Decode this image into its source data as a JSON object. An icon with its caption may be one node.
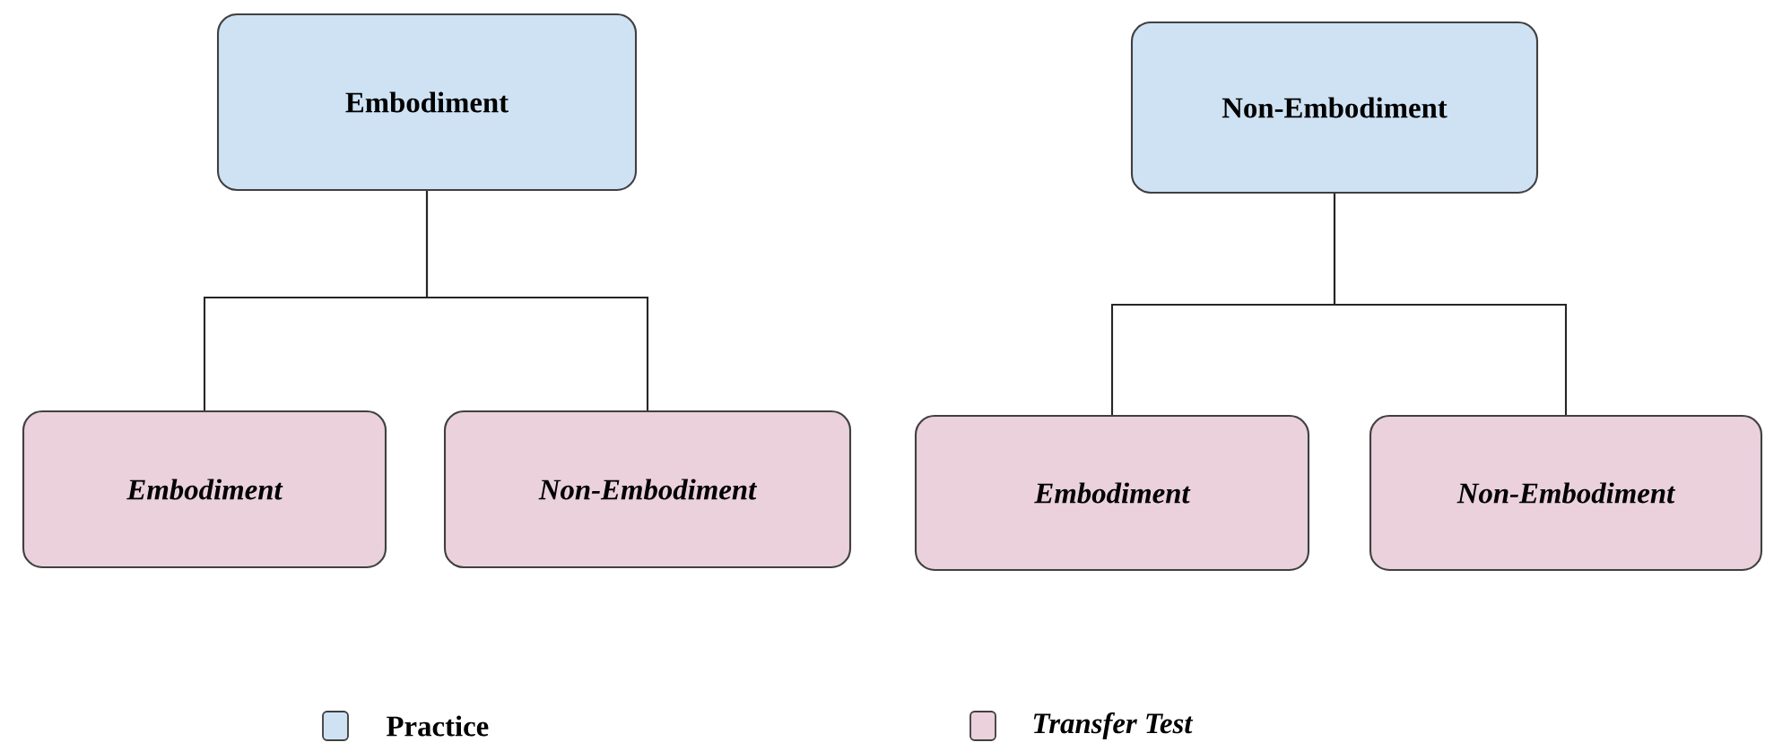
{
  "diagram": {
    "nodes": [
      {
        "text": [
          "Embodiment"
        ]
      },
      {
        "text": [
          "Embodiment"
        ]
      },
      {
        "text": [
          "Non-Embodiment"
        ]
      },
      {
        "text": [
          "Non-Embodiment"
        ]
      },
      {
        "text": [
          "Embodiment"
        ]
      },
      {
        "text": [
          "Non-Embodiment"
        ]
      }
    ],
    "edges": [
      {
        "from": 0,
        "to": 1,
        "arrow": "none"
      },
      {
        "from": 0,
        "to": 2,
        "arrow": "none"
      },
      {
        "from": 3,
        "to": 4,
        "arrow": "none"
      },
      {
        "from": 3,
        "to": 5,
        "arrow": "none"
      }
    ],
    "legend": [
      {
        "text": "Practice",
        "color": "#cfe2f3"
      },
      {
        "text": "Transfer Test",
        "color": "#ead1dc"
      }
    ]
  }
}
